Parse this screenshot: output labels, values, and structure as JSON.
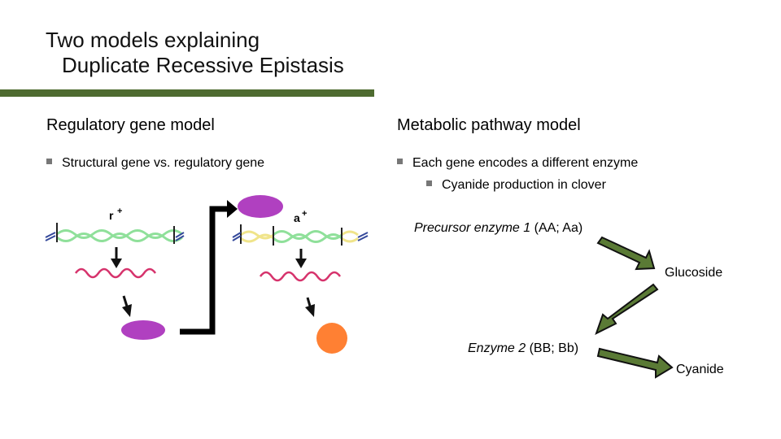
{
  "slide": {
    "title_line1": "Two models explaining",
    "title_line2": "Duplicate Recessive Epistasis"
  },
  "left": {
    "heading": "Regulatory gene model",
    "bullet1": "Structural gene vs. regulatory gene",
    "gene_label_r": "r",
    "gene_label_a": "a",
    "superscript": "+"
  },
  "right": {
    "heading": "Metabolic pathway model",
    "bullet1": "Each gene encodes a different enzyme",
    "bullet2": "Cyanide production in clover",
    "step1_italic": "Precursor enzyme 1",
    "step1_genotypes": " (AA; Aa)",
    "product1": "Glucoside",
    "step2_italic": "Enzyme 2",
    "step2_genotypes": " (BB; Bb)",
    "product2": "Cyanide"
  },
  "colors": {
    "title_rule": "#4e6b30",
    "arrow_fill": "#5a7a35",
    "dna": "#8fe09a",
    "mrna": "#d6336c",
    "protein": "#b040c0",
    "product": "#ff8033",
    "regulatory_region": "#f0e48a"
  }
}
